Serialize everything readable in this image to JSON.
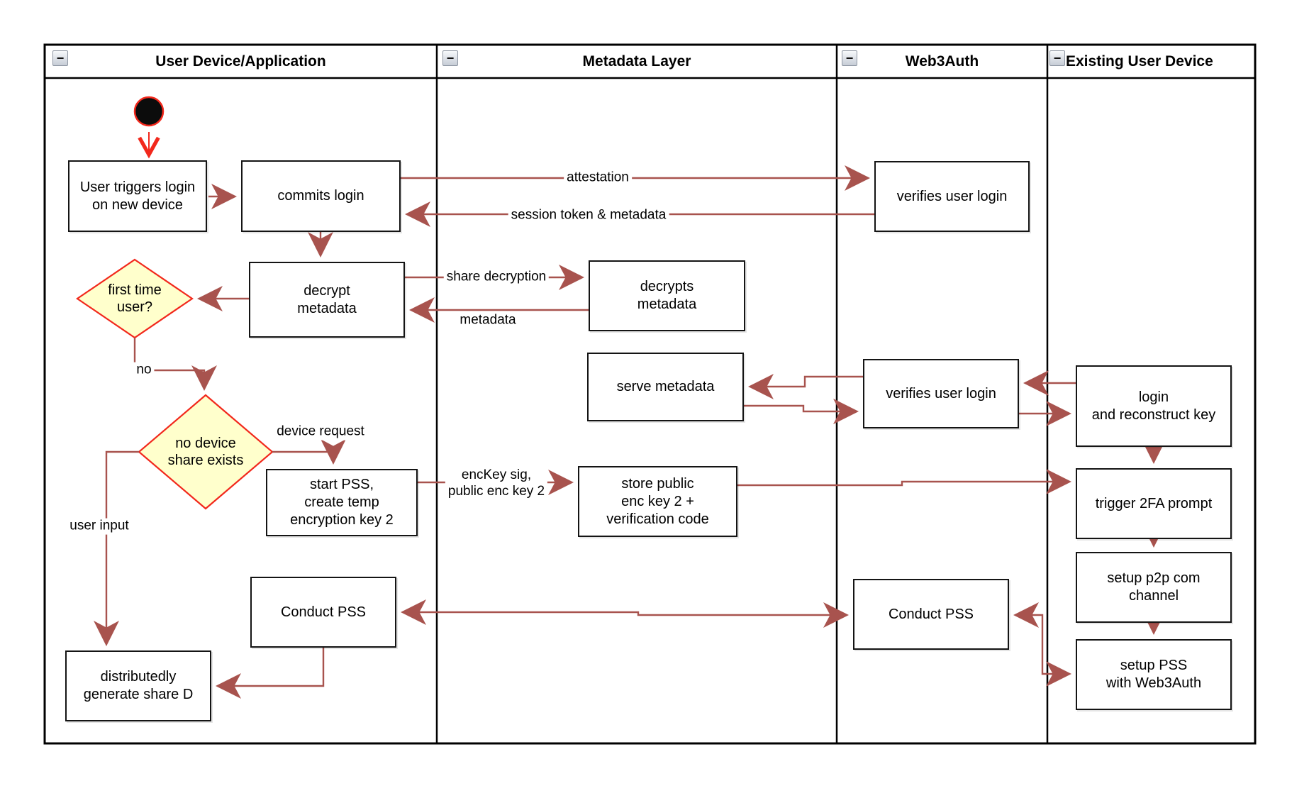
{
  "diagram": {
    "type": "swimlane-flowchart",
    "collapse_glyph": "−",
    "lanes": [
      {
        "title": "User Device/Application"
      },
      {
        "title": "Metadata Layer"
      },
      {
        "title": "Web3Auth"
      },
      {
        "title": "Existing User Device"
      }
    ],
    "nodes": {
      "user_triggers": "User triggers login\non new device",
      "commits_login": "commits login",
      "decrypt_metadata": "decrypt\nmetadata",
      "first_time_user": "first time\nuser?",
      "no_device_share": "no device\nshare exists",
      "start_pss": "start PSS,\ncreate temp\nencryption key 2",
      "conduct_pss_user": "Conduct PSS",
      "distributedly_generate": "distributedly\ngenerate share D",
      "decrypts_metadata": "decrypts\nmetadata",
      "serve_metadata": "serve metadata",
      "store_public": "store public\nenc key 2 +\nverification code",
      "verifies_user_login_top": "verifies user login",
      "verifies_user_login_mid": "verifies user login",
      "conduct_pss_web3auth": "Conduct PSS",
      "login_reconstruct": "login\nand reconstruct key",
      "trigger_2fa": "trigger 2FA prompt",
      "setup_p2p": "setup p2p com\nchannel",
      "setup_pss": "setup PSS\nwith Web3Auth"
    },
    "edge_labels": {
      "attestation": "attestation",
      "session_token": "session token & metadata",
      "share_decryption": "share decryption",
      "metadata": "metadata",
      "no": "no",
      "device_request": "device request",
      "enc_key": "encKey sig,\npublic enc key 2",
      "user_input": "user input"
    },
    "colors": {
      "connector": "#A8534E",
      "accent_red": "#F2281C",
      "diamond_fill": "#FFFFCC",
      "node_border": "#141414",
      "start_node_fill": "#0C0C0C",
      "lane_border": "#000000"
    }
  }
}
